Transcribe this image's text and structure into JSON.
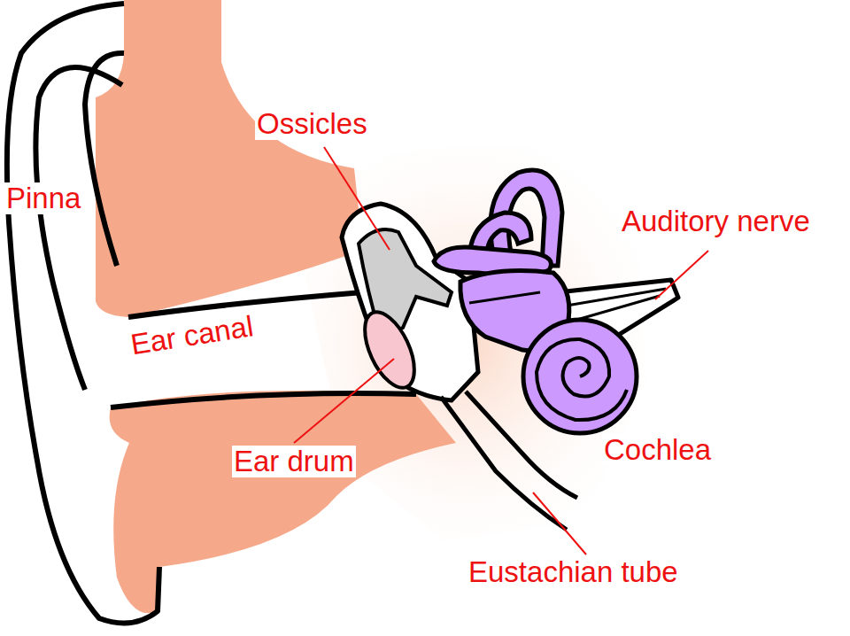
{
  "diagram": {
    "labels": [
      "Pinna",
      "Ossicles",
      "Auditory nerve",
      "Ear canal",
      "Ear drum",
      "Cochlea",
      "Eustachian tube"
    ]
  }
}
